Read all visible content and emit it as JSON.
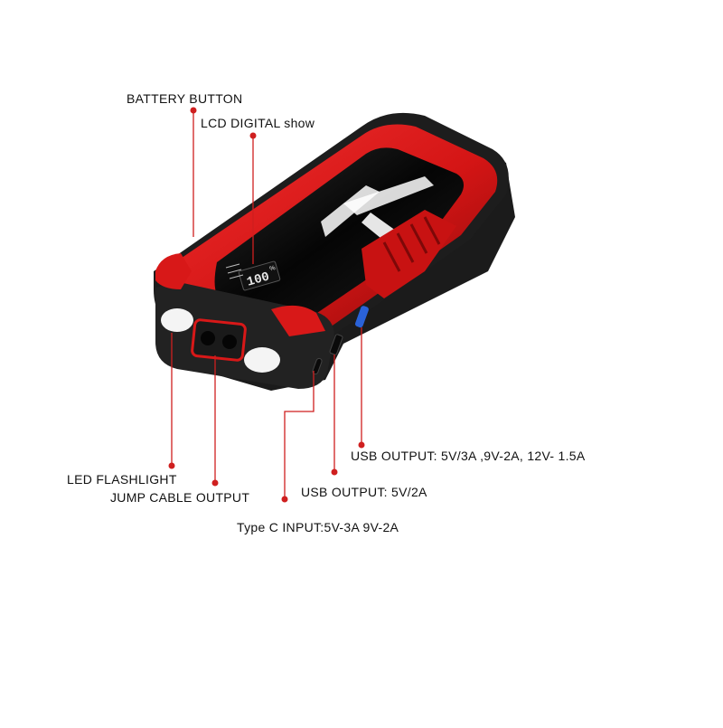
{
  "colors": {
    "body_red": "#d81818",
    "dark_red": "#8e0c0c",
    "frame_black": "#1a1a1a",
    "leader_red": "#cf1f1f",
    "screen": "#0a0a0a",
    "lcd_digits": "#e8e8e8",
    "usb_blue": "#2a62d8"
  },
  "device": {
    "lcd_readout": "100",
    "lcd_unit": "%"
  },
  "labels": {
    "battery_button": "BATTERY BUTTON",
    "lcd_show": "LCD  DIGITAL show",
    "led_flashlight": "LED FLASHLIGHT",
    "jump_cable_output": "JUMP CABLE OUTPUT",
    "type_c_input": "Type C  INPUT:5V-3A 9V-2A",
    "usb_output_a": "USB OUTPUT: 5V/2A",
    "usb_output_b": "USB OUTPUT: 5V/3A ,9V-2A, 12V- 1.5A"
  }
}
